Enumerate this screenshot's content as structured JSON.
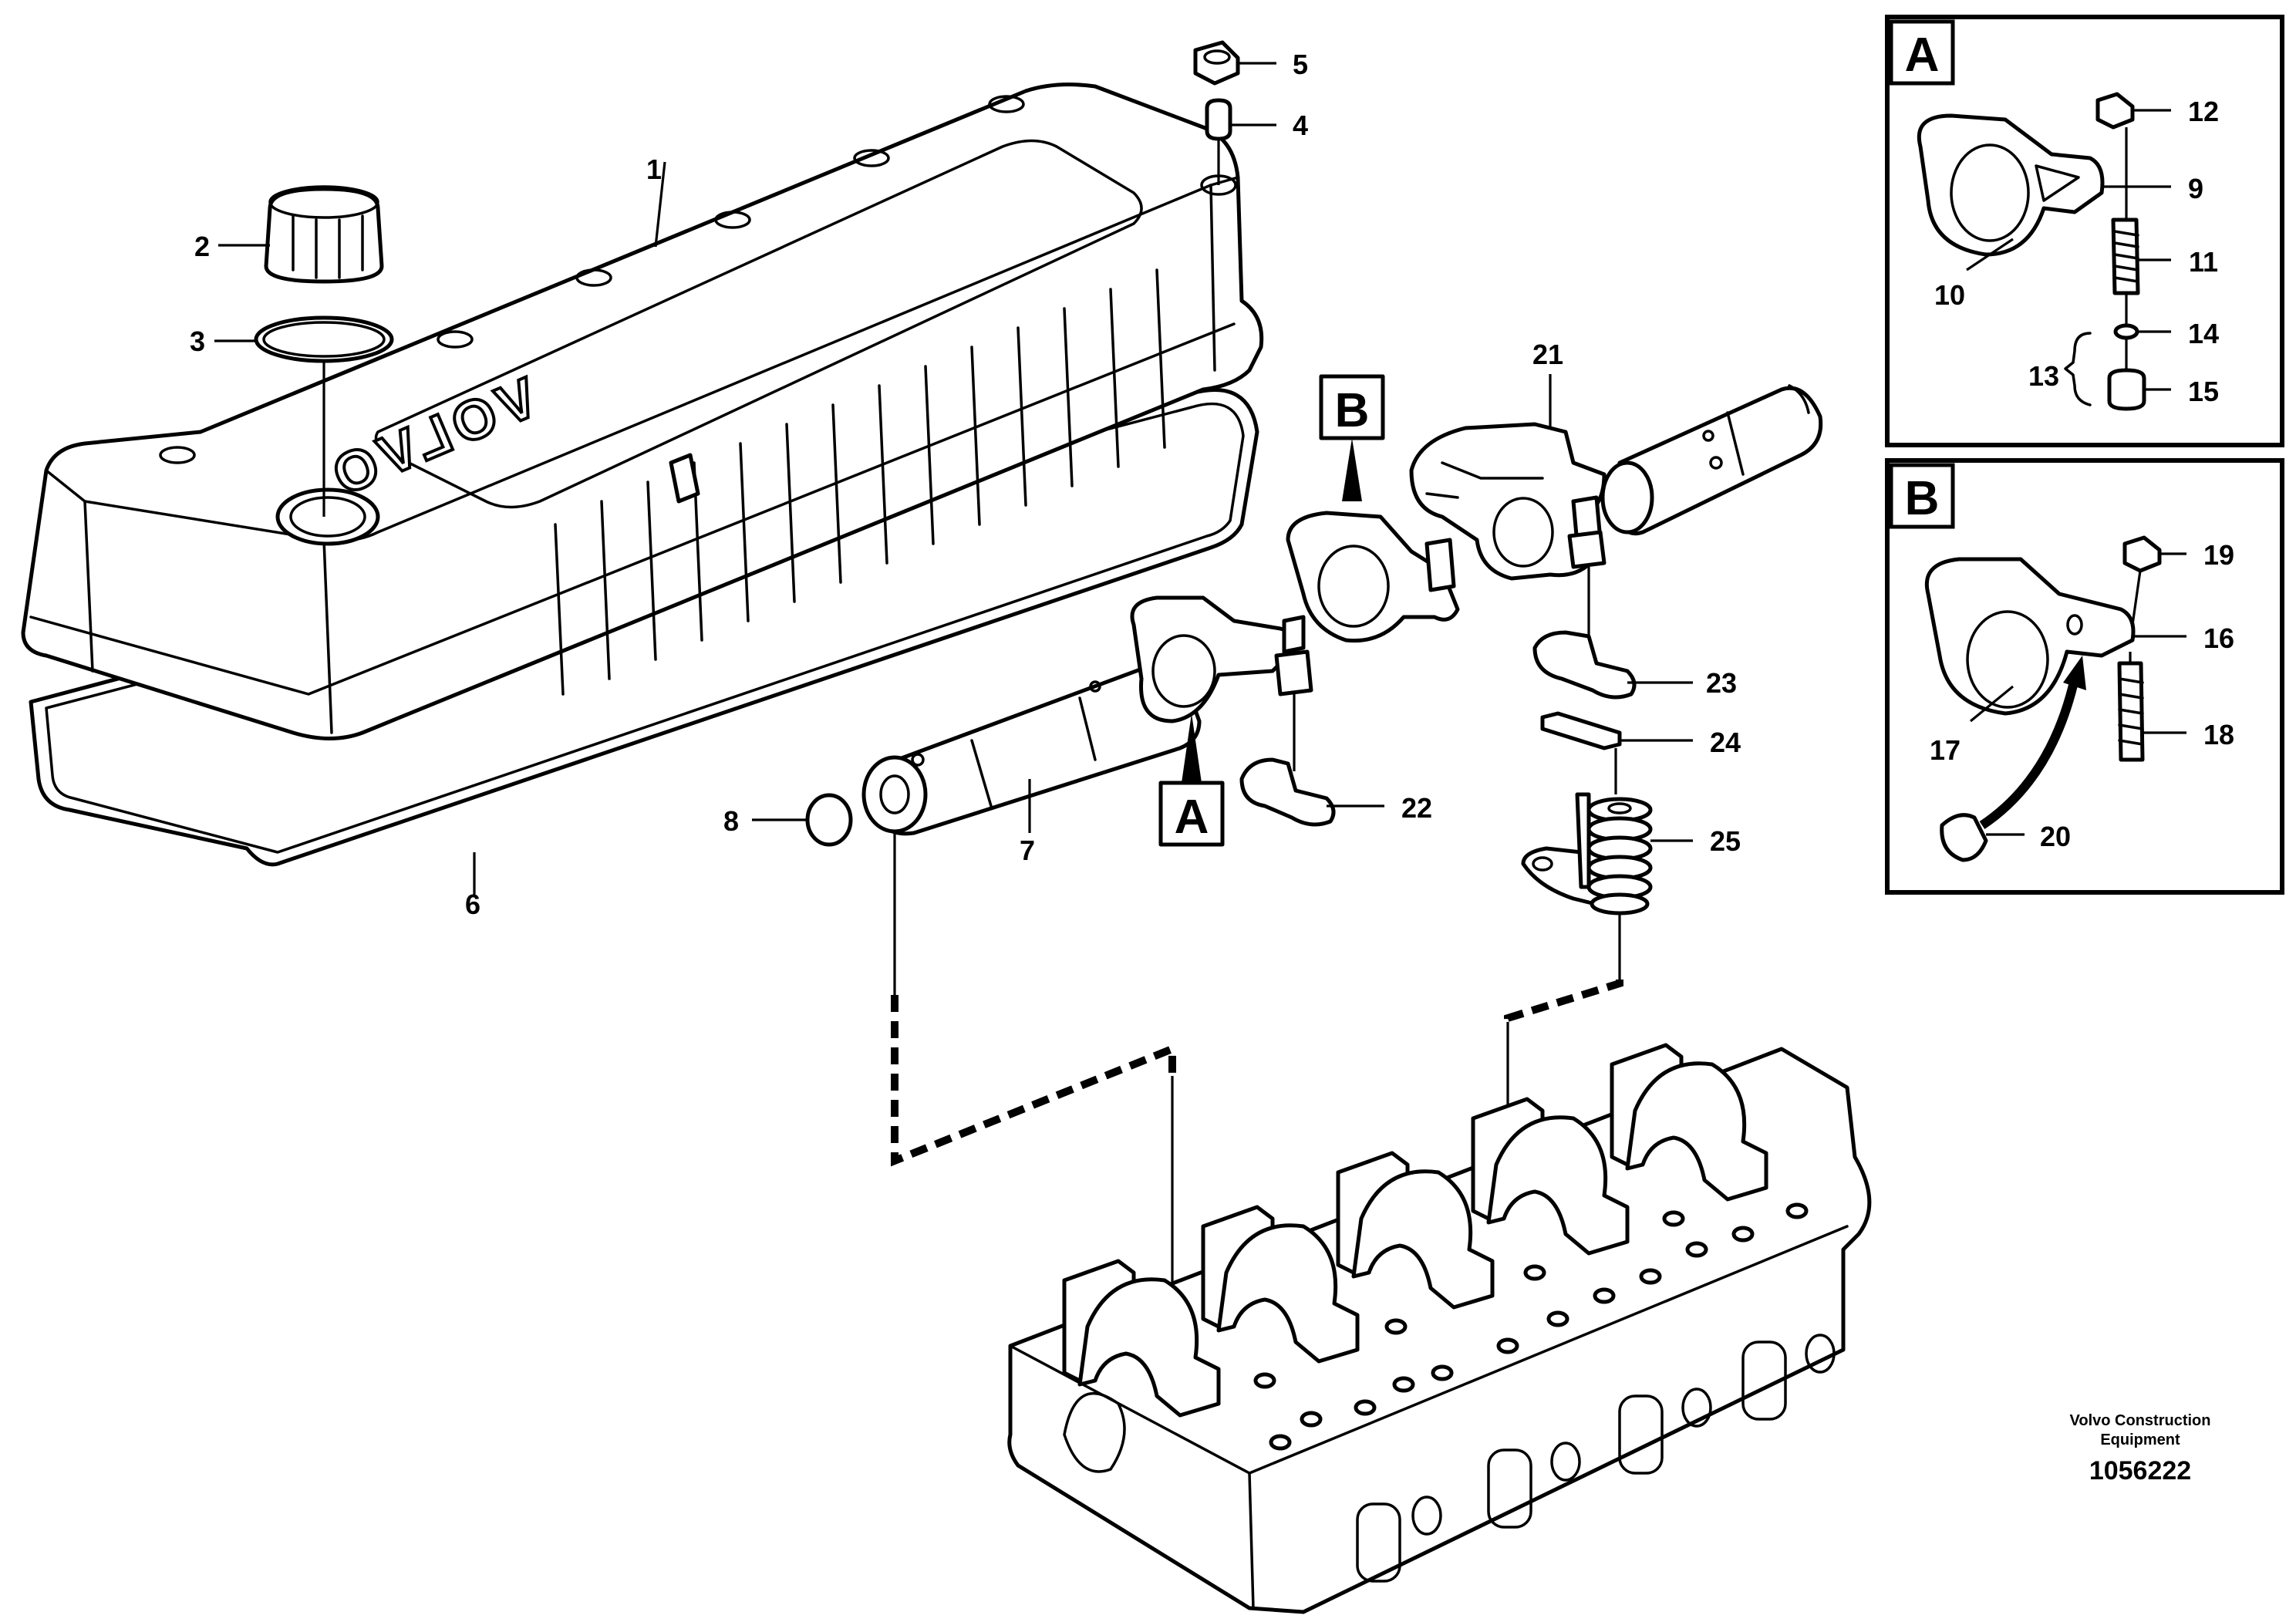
{
  "callouts": [
    {
      "id": "1",
      "text": "1"
    },
    {
      "id": "2",
      "text": "2"
    },
    {
      "id": "3",
      "text": "3"
    },
    {
      "id": "4",
      "text": "4"
    },
    {
      "id": "5",
      "text": "5"
    },
    {
      "id": "6",
      "text": "6"
    },
    {
      "id": "7",
      "text": "7"
    },
    {
      "id": "8",
      "text": "8"
    },
    {
      "id": "9",
      "text": "9"
    },
    {
      "id": "10",
      "text": "10"
    },
    {
      "id": "11",
      "text": "11"
    },
    {
      "id": "12",
      "text": "12"
    },
    {
      "id": "13",
      "text": "13"
    },
    {
      "id": "14",
      "text": "14"
    },
    {
      "id": "15",
      "text": "15"
    },
    {
      "id": "16",
      "text": "16"
    },
    {
      "id": "17",
      "text": "17"
    },
    {
      "id": "18",
      "text": "18"
    },
    {
      "id": "19",
      "text": "19"
    },
    {
      "id": "20",
      "text": "20"
    },
    {
      "id": "21",
      "text": "21"
    },
    {
      "id": "22",
      "text": "22"
    },
    {
      "id": "23",
      "text": "23"
    },
    {
      "id": "24",
      "text": "24"
    },
    {
      "id": "25",
      "text": "25"
    }
  ],
  "detail_labels": {
    "a": "A",
    "b": "B"
  },
  "emblem": "VOLVO",
  "footer": {
    "company_line1": "Volvo Construction",
    "company_line2": "Equipment",
    "drawing_number": "1056222"
  }
}
